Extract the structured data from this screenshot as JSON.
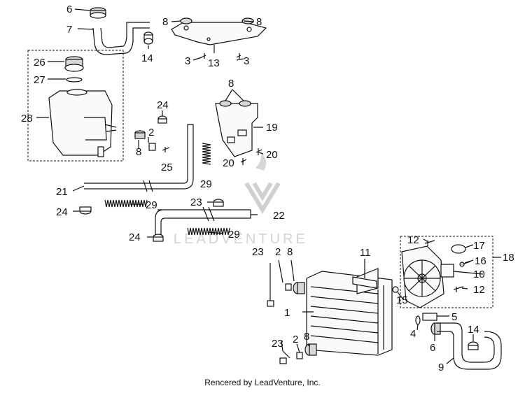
{
  "callouts": [
    {
      "label": "6"
    },
    {
      "label": "7"
    },
    {
      "label": "8"
    },
    {
      "label": "8"
    },
    {
      "label": "14"
    },
    {
      "label": "3"
    },
    {
      "label": "13"
    },
    {
      "label": "3"
    },
    {
      "label": "26"
    },
    {
      "label": "27"
    },
    {
      "label": "28"
    },
    {
      "label": "8"
    },
    {
      "label": "24"
    },
    {
      "label": "19"
    },
    {
      "label": "2"
    },
    {
      "label": "8"
    },
    {
      "label": "25"
    },
    {
      "label": "20"
    },
    {
      "label": "20"
    },
    {
      "label": "29"
    },
    {
      "label": "21"
    },
    {
      "label": "24"
    },
    {
      "label": "29"
    },
    {
      "label": "23"
    },
    {
      "label": "22"
    },
    {
      "label": "24"
    },
    {
      "label": "29"
    },
    {
      "label": "12"
    },
    {
      "label": "17"
    },
    {
      "label": "23"
    },
    {
      "label": "2"
    },
    {
      "label": "8"
    },
    {
      "label": "11"
    },
    {
      "label": "16"
    },
    {
      "label": "18"
    },
    {
      "label": "10"
    },
    {
      "label": "12"
    },
    {
      "label": "15"
    },
    {
      "label": "1"
    },
    {
      "label": "5"
    },
    {
      "label": "4"
    },
    {
      "label": "14"
    },
    {
      "label": "23"
    },
    {
      "label": "2"
    },
    {
      "label": "8"
    },
    {
      "label": "6"
    },
    {
      "label": "9"
    }
  ],
  "watermark": "LEADVENTURE",
  "footer": "Rencered by LeadVenture, Inc."
}
